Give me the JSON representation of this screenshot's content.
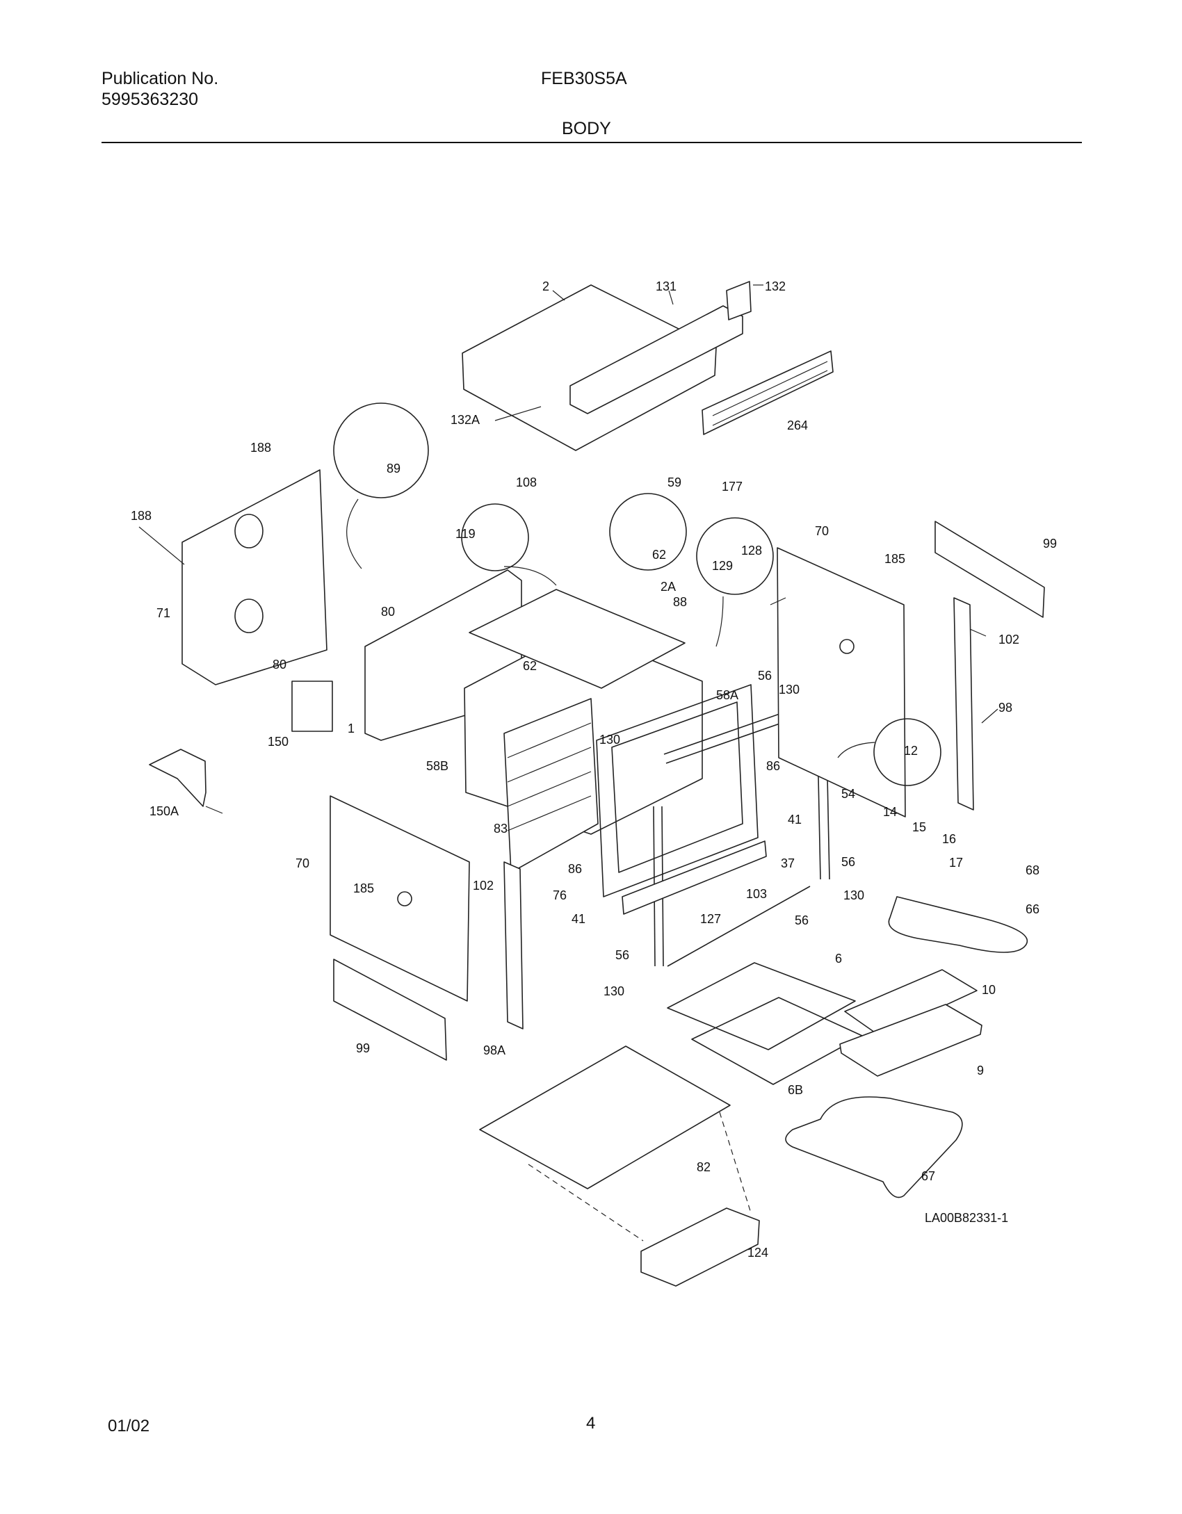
{
  "header": {
    "publication_label": "Publication No.",
    "publication_number": "5995363230",
    "model": "FEB30S5A",
    "section": "BODY"
  },
  "diagram": {
    "drawing_id": "LA00B82331-1",
    "callouts": [
      "2",
      "131",
      "132",
      "132A",
      "264",
      "108",
      "59",
      "177",
      "188",
      "188",
      "89",
      "119",
      "62",
      "62",
      "2A",
      "88",
      "128",
      "129",
      "70",
      "185",
      "99",
      "71",
      "80",
      "80",
      "150",
      "150A",
      "1",
      "58B",
      "58A",
      "56",
      "130",
      "130",
      "102",
      "98",
      "12",
      "86",
      "41",
      "54",
      "14",
      "15",
      "16",
      "17",
      "68",
      "66",
      "83",
      "86",
      "76",
      "41",
      "37",
      "103",
      "127",
      "56",
      "130",
      "70",
      "185",
      "102",
      "98A",
      "99",
      "56",
      "130",
      "6",
      "10",
      "9",
      "6B",
      "82",
      "67",
      "124"
    ]
  },
  "footer": {
    "date": "01/02",
    "page": "4"
  }
}
